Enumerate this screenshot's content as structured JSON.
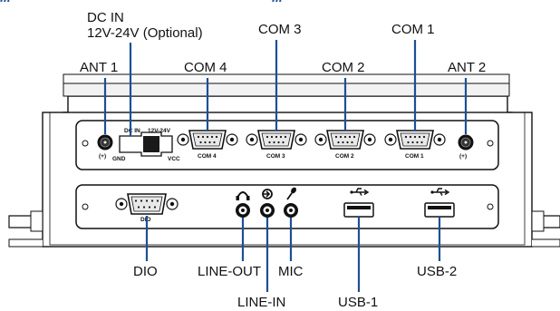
{
  "header": {
    "left_fragment": "...",
    "right_fragment": "..."
  },
  "callouts": {
    "dc_in_line1": "DC IN",
    "dc_in_line2": "12V-24V (Optional)",
    "ant1": "ANT 1",
    "com4": "COM 4",
    "com3": "COM 3",
    "com2": "COM 2",
    "com1": "COM 1",
    "ant2": "ANT 2",
    "dio": "DIO",
    "line_out": "LINE-OUT",
    "mic": "MIC",
    "usb2": "USB-2",
    "line_in": "LINE-IN",
    "usb1": "USB-1"
  },
  "panel_text": {
    "dc_in": "DC IN",
    "dc_range": "12V-24V",
    "gnd": "GND",
    "vcc": "VCC",
    "com4": "COM 4",
    "com3": "COM 3",
    "com2": "COM 2",
    "com1": "COM 1",
    "dio": "DIO",
    "ant_mark_left": "(+)",
    "ant_mark_right": "(+)"
  },
  "colors": {
    "leader": "#1d4f95",
    "body_fill": "#ffffff",
    "outline": "#111111",
    "dark": "#1a1a1a",
    "port_fill": "#e8e8e8",
    "header_text": "#1e4f9c"
  },
  "icons": [
    "headphone-icon",
    "line-in-icon",
    "microphone-icon",
    "usb-icon"
  ]
}
